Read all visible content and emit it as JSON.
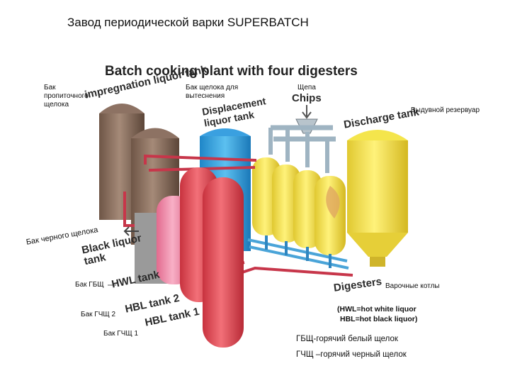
{
  "title": "Завод периодической варки SUPERBATCH",
  "diagram": {
    "en_title": "Batch cooking plant with four digesters",
    "en_labels": {
      "impregnation_tank": "impregnation liquor tank",
      "displacement_tank": "Displacement liquor tank",
      "chips": "Chips",
      "discharge_tank": "Discharge tank",
      "black_liquor_tank": "Black liquor tank",
      "hwl_tank": "HWL tank",
      "hbl_tank_2": "HBL tank 2",
      "hbl_tank_1": "HBL tank 1",
      "digesters": "Digesters"
    },
    "ru_labels": {
      "impregnation_tank": "Бак пропиточного щелока",
      "displacement_tank": "Бак щелока для вытеснения",
      "chips": "Щепа",
      "discharge_tank": "Выдувной резервуар",
      "black_liquor_tank": "Бак черного щелока",
      "hwl_tank": "Бак ГБЩ",
      "hbl_tank_2": "Бак ГЧЩ 2",
      "hbl_tank_1": "Бак ГЧЩ 1",
      "digesters": "Варочные котлы"
    },
    "legend": {
      "hwl": "(HWL=hot white liquor",
      "hbl": "HBL=hot black liquor)"
    },
    "definitions": {
      "gbshch": "ГБЩ-горячий белый щелок",
      "gchshch": "ГЧЩ –горячий черный щелок"
    },
    "colors": {
      "impregnation_tank": "#8a6e5e",
      "displacement_tank": "#3aa0e0",
      "digesters": "#f2e84a",
      "discharge_tank": "#f4e54c",
      "hwl_tank": "#e8505a",
      "hbl_tanks": "#ee7fa0",
      "pipes": "#c7364a",
      "manifold": "#4aa4d8"
    }
  }
}
